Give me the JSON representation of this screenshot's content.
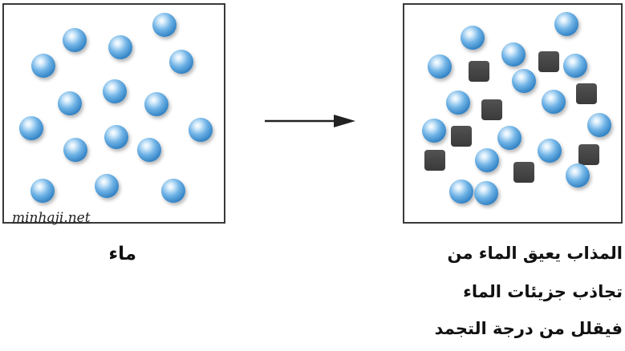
{
  "watermark": "minhaji.net",
  "left_panel": {
    "caption": "ماء"
  },
  "right_panel": {
    "caption_lines": [
      "المذاب يعيق الماء من",
      "تجاذب جزيئات الماء",
      "فيقلل من درجة التجمد"
    ]
  },
  "colors": {
    "water_molecule": "#5aa7e0",
    "solute_particle": "#464646",
    "border": "#3a3a3a",
    "arrow": "#222222"
  },
  "icons": {
    "water_molecule": "water-molecule-icon",
    "solute_particle": "solute-particle-icon",
    "transition": "right-arrow-icon"
  }
}
